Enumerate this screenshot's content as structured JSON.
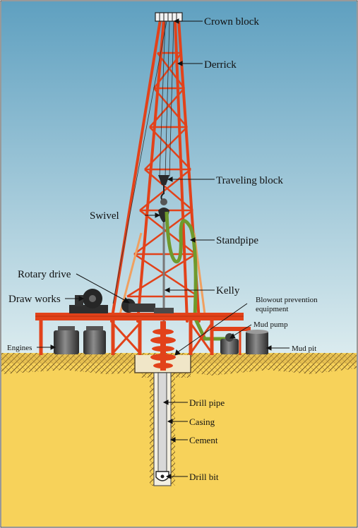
{
  "labels": {
    "crown_block": "Crown block",
    "derrick": "Derrick",
    "traveling_block": "Traveling block",
    "swivel": "Swivel",
    "standpipe": "Standpipe",
    "rotary_drive": "Rotary drive",
    "draw_works": "Draw works",
    "kelly": "Kelly",
    "blowout_line1": "Blowout prevention",
    "blowout_line2": "equipment",
    "mud_pump": "Mud pump",
    "engines": "Engines",
    "mud_pit": "Mud pit",
    "drill_pipe": "Drill pipe",
    "casing": "Casing",
    "cement": "Cement",
    "drill_bit": "Drill bit"
  },
  "colors": {
    "sky_top": "#5fa0c0",
    "sky_bottom": "#dcecef",
    "ground": "#f7d25a",
    "soil": "#e0b545",
    "derrick": "#e2421a",
    "derrick_light": "#f0a060",
    "hose": "#6f9a2d",
    "machine": "#3a3a3a"
  }
}
